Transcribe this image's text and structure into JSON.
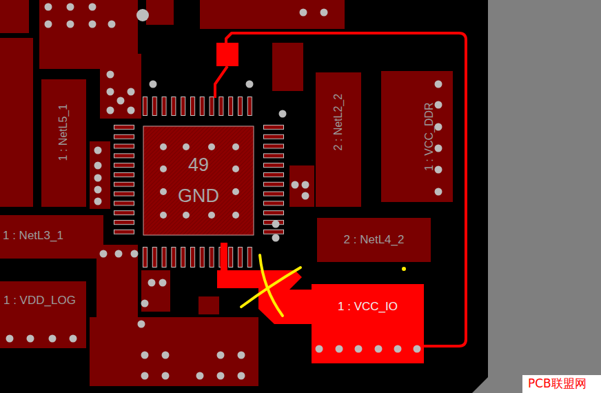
{
  "diagram": {
    "nodes": [
      {
        "text": [
          "1 : NetL5_1"
        ]
      },
      {
        "text": [
          "2 : NetL2_2"
        ]
      },
      {
        "text": [
          "1 : VCC_DDR"
        ]
      },
      {
        "text": [
          "49",
          "GND"
        ]
      },
      {
        "text": [
          "1 : NetL3_1"
        ]
      },
      {
        "text": [
          "2 : NetL4_2"
        ]
      },
      {
        "text": [
          "1 : VDD_LOG"
        ]
      },
      {
        "text": [
          "1 : VCC_IO"
        ]
      }
    ],
    "labels": [
      "PCB联盟网"
    ]
  }
}
